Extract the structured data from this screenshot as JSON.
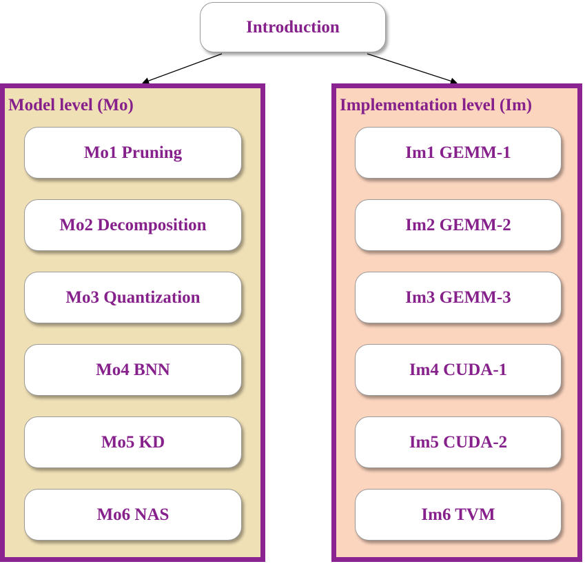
{
  "root": {
    "label": "Introduction"
  },
  "groups": [
    {
      "title": "Model level (Mo)",
      "color": "#f0e0b6",
      "items": [
        "Mo1 Pruning",
        "Mo2 Decomposition",
        "Mo3 Quantization",
        "Mo4 BNN",
        "Mo5 KD",
        "Mo6 NAS"
      ]
    },
    {
      "title": "Implementation level (Im)",
      "color": "#fcd5bf",
      "items": [
        "Im1 GEMM-1",
        "Im2 GEMM-2",
        "Im3 GEMM-3",
        "Im4 CUDA-1",
        "Im5 CUDA-2",
        "Im6 TVM"
      ]
    }
  ],
  "colors": {
    "text": "#86218c",
    "border": "#8b2390"
  }
}
